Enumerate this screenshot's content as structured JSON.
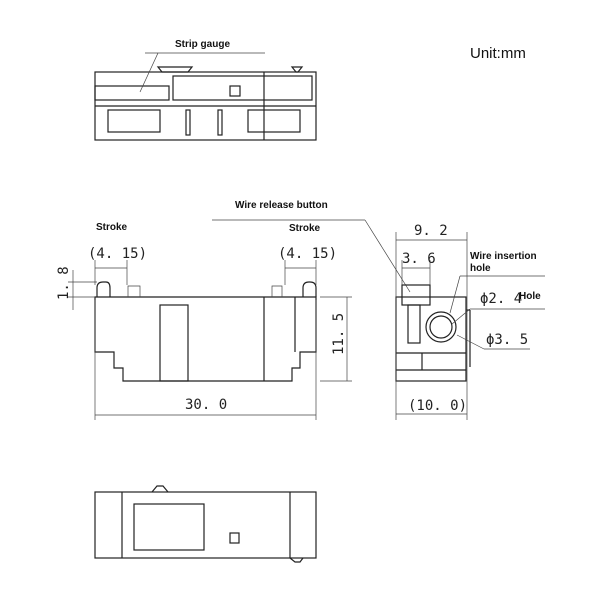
{
  "unit_label": "Unit:mm",
  "labels": {
    "strip_gauge": "Strip gauge",
    "wire_release_button": "Wire release button",
    "stroke_left": "Stroke",
    "stroke_right": "Stroke",
    "wire_insertion_hole_1": "Wire insertion",
    "wire_insertion_hole_2": "hole",
    "hole": "Hole"
  },
  "dimensions": {
    "stroke_left": "(4. 15)",
    "stroke_right": "(4. 15)",
    "button_height": "1. 8",
    "length": "30. 0",
    "height": "11. 5",
    "width_top": "9. 2",
    "button_width": "3. 6",
    "hole_diameter": "ϕ2. 4",
    "outer_diameter": "ϕ3. 5",
    "width_bottom": "(10. 0)"
  }
}
